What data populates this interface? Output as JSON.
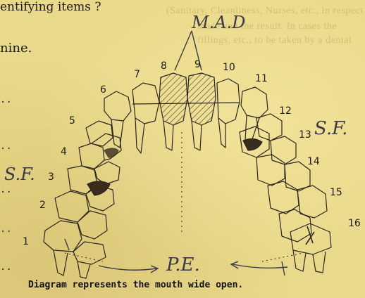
{
  "document": {
    "header_fragment": "entifying items ?",
    "line_fragment": "nine.",
    "ghost_lines": [
      "(Sanitary, Cleanliness, Nurses, etc., in respect of",
      "made and the result. In cases the",
      "fillings, etc., to be taken by a dental"
    ],
    "tooth_numbers": [
      "1",
      "2",
      "3",
      "4",
      "5",
      "6",
      "7",
      "8",
      "9",
      "10",
      "11",
      "12",
      "13",
      "14",
      "15",
      "16"
    ],
    "annotations": {
      "mad": "M.A.D",
      "sf_left": "S.F.",
      "sf_right": "S.F.",
      "pe": "P.E."
    },
    "caption": "Diagram represents the mouth wide open.",
    "colors": {
      "paper": "#e9d98a",
      "ink": "#1d1a14",
      "pencil": "#3b3a48"
    }
  }
}
